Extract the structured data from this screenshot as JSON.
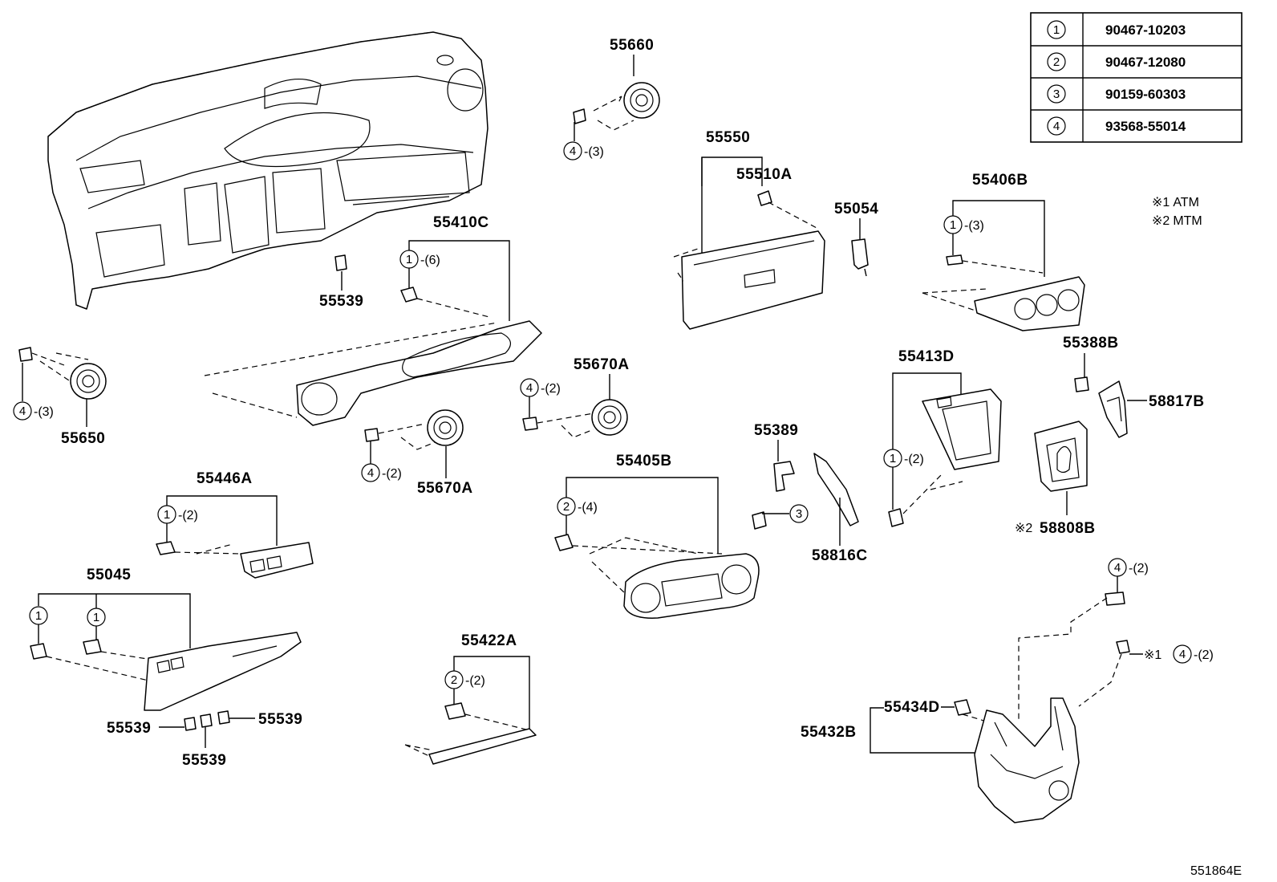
{
  "legend_table": [
    {
      "code": "1",
      "part_number": "90467-10203"
    },
    {
      "code": "2",
      "part_number": "90467-12080"
    },
    {
      "code": "3",
      "part_number": "90159-60303"
    },
    {
      "code": "4",
      "part_number": "93568-55014"
    }
  ],
  "notes": [
    {
      "mark": "※1",
      "text": "ATM"
    },
    {
      "mark": "※2",
      "text": "MTM"
    }
  ],
  "part_labels": {
    "p55660": "55660",
    "p55550": "55550",
    "p55510A": "55510A",
    "p55054": "55054",
    "p55406B": "55406B",
    "p55410C": "55410C",
    "p55539_top": "55539",
    "p55650": "55650",
    "p55670A_right": "55670A",
    "p55670A_left": "55670A",
    "p55413D": "55413D",
    "p55388B": "55388B",
    "p58817B": "58817B",
    "p55389": "55389",
    "p55405B": "55405B",
    "p55446A": "55446A",
    "p58816C": "58816C",
    "p58808B": "58808B",
    "p58808B_mark": "※2",
    "p55045": "55045",
    "p55422A": "55422A",
    "p55539_a": "55539",
    "p55539_b": "55539",
    "p55539_c": "55539",
    "p55434D": "55434D",
    "p55432B": "55432B",
    "console_bolt_mark": "※1"
  },
  "callouts": {
    "c55660": {
      "ref": "4",
      "qty": "-(3)"
    },
    "c55650": {
      "ref": "4",
      "qty": "-(3)"
    },
    "c55410C": {
      "ref": "1",
      "qty": "-(6)"
    },
    "c55670A_left": {
      "ref": "4",
      "qty": "-(2)"
    },
    "c55670A_right": {
      "ref": "4",
      "qty": "-(2)"
    },
    "c55406B": {
      "ref": "1",
      "qty": "-(3)"
    },
    "c55413D": {
      "ref": "1",
      "qty": "-(2)"
    },
    "c55389": {
      "ref": "3",
      "qty": ""
    },
    "c55405B": {
      "ref": "2",
      "qty": "-(4)"
    },
    "c55446A": {
      "ref": "1",
      "qty": "-(2)"
    },
    "c55045_a": {
      "ref": "1",
      "qty": ""
    },
    "c55045_b": {
      "ref": "1",
      "qty": ""
    },
    "c55422A": {
      "ref": "2",
      "qty": "-(2)"
    },
    "c_console_top": {
      "ref": "4",
      "qty": "-(2)"
    },
    "c_console_mid": {
      "ref": "4",
      "qty": "-(2)"
    }
  },
  "figure_code": "551864E"
}
